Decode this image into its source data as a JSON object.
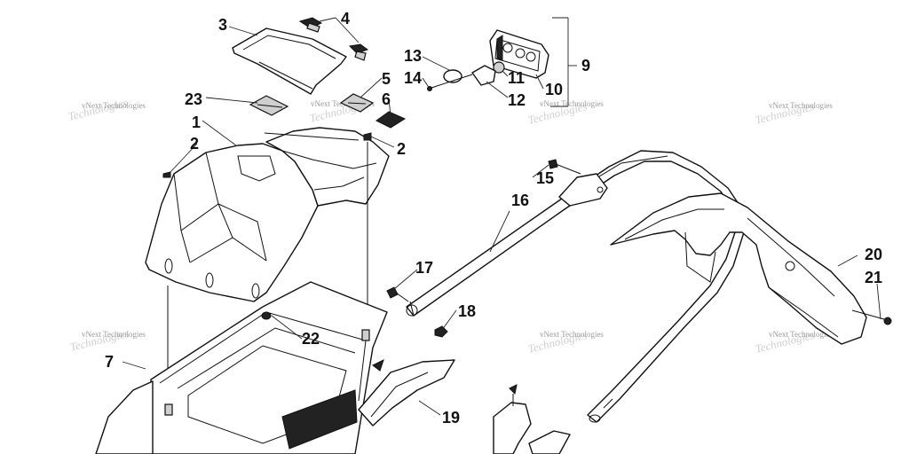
{
  "callouts": [
    "1",
    "2",
    "2",
    "3",
    "4",
    "5",
    "6",
    "7",
    "9",
    "10",
    "11",
    "12",
    "13",
    "14",
    "15",
    "16",
    "17",
    "18",
    "19",
    "20",
    "21",
    "22",
    "23"
  ],
  "watermark": {
    "line1": "vNext Technologies",
    "line2": "Technologies"
  },
  "colors": {
    "line": "#111111",
    "background": "#ffffff",
    "watermark": "#9a9a9a"
  }
}
